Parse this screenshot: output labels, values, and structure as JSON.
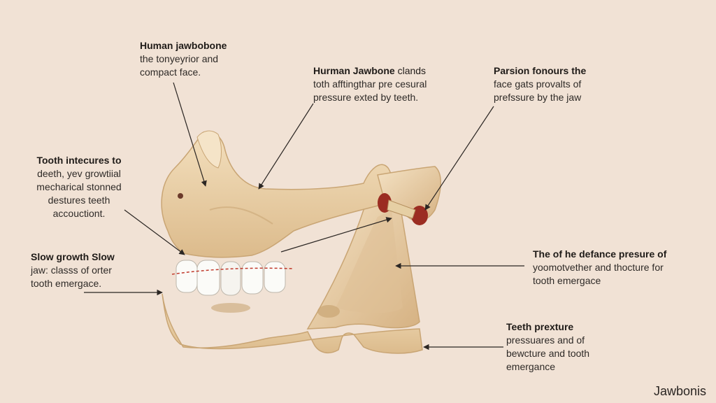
{
  "labels": [
    {
      "title": "Human jawbobone",
      "lines": [
        "the tonyeyrior and",
        "compact face."
      ]
    },
    {
      "title": "Hurman Jawbone",
      "title_tail": " clands",
      "lines": [
        "toth afftingthar pre cesural",
        "pressure exted by teeth."
      ]
    },
    {
      "title": "Parsion fonours the",
      "lines": [
        "face gats provalts of",
        "prefssure by the jaw"
      ]
    },
    {
      "title": "Tooth intecures to",
      "lines": [
        "deeth, yev growtiial",
        "mecharical stonned",
        "destures teeth",
        "accouctiont."
      ]
    },
    {
      "title": "Slow growth Slow",
      "lines": [
        "jaw: classs of orter",
        "tooth emergace."
      ]
    },
    {
      "title": "The of he defance presure of",
      "lines": [
        "yoomotvether and thocture for",
        "tooth emergace"
      ]
    },
    {
      "title": "Teeth prexture",
      "lines": [
        "pressuares and of",
        "bewcture and tooth",
        "emergance"
      ]
    }
  ],
  "footer": "Jawbonis",
  "colors": {
    "background": "#f1e2d5",
    "bone": "#ecd3ac",
    "bone_shadow": "#d9b98c",
    "tooth": "#fbfbf8",
    "socket": "#9b2d22",
    "leader": "#2b2623",
    "bite_line": "#c0392b"
  }
}
